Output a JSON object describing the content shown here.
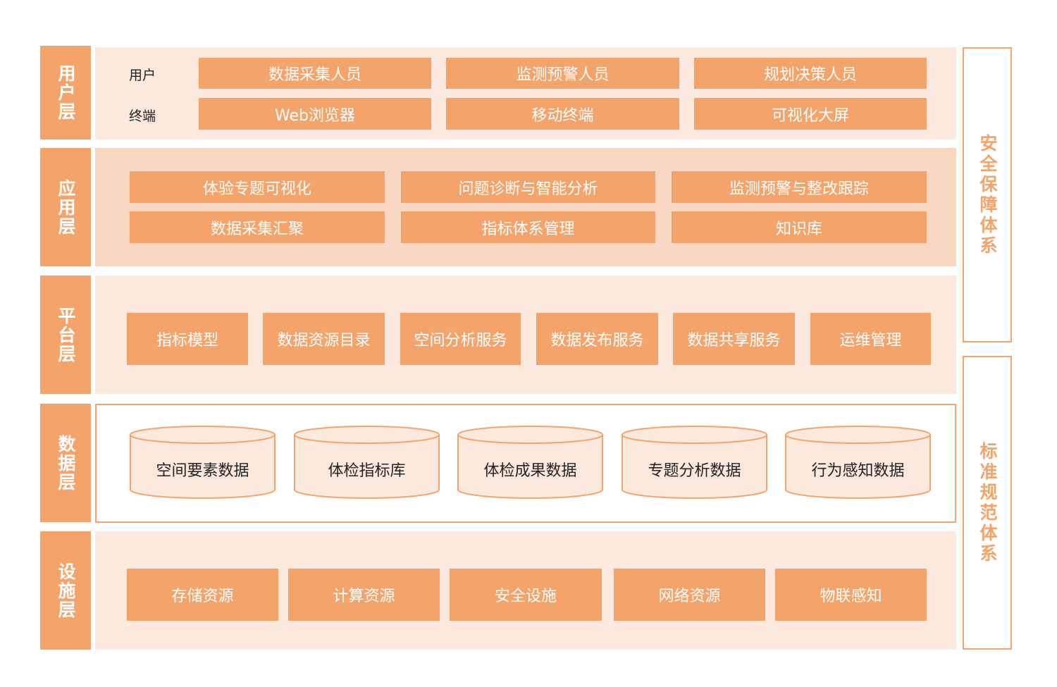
{
  "layers": {
    "user": {
      "label": "用户层",
      "row_labels": [
        "用户",
        "终端"
      ],
      "rows": [
        [
          "数据采集人员",
          "监测预警人员",
          "规划决策人员"
        ],
        [
          "Web浏览器",
          "移动终端",
          "可视化大屏"
        ]
      ]
    },
    "app": {
      "label": "应用层",
      "rows": [
        [
          "体验专题可视化",
          "问题诊断与智能分析",
          "监测预警与整改跟踪"
        ],
        [
          "数据采集汇聚",
          "指标体系管理",
          "知识库"
        ]
      ]
    },
    "platform": {
      "label": "平台层",
      "items": [
        "指标模型",
        "数据资源目录",
        "空间分析服务",
        "数据发布服务",
        "数据共享服务",
        "运维管理"
      ]
    },
    "data": {
      "label": "数据层",
      "items": [
        "空间要素数据",
        "体检指标库",
        "体检成果数据",
        "专题分析数据",
        "行为感知数据"
      ]
    },
    "infra": {
      "label": "设施层",
      "items": [
        "存储资源",
        "计算资源",
        "安全设施",
        "网络资源",
        "物联感知"
      ]
    }
  },
  "side": {
    "security": "安全保障体系",
    "standard": "标准规范体系"
  },
  "colors": {
    "accent": "#F4A46B",
    "panel": "#FCE9DD",
    "panel_app": "#F9D8C3"
  }
}
